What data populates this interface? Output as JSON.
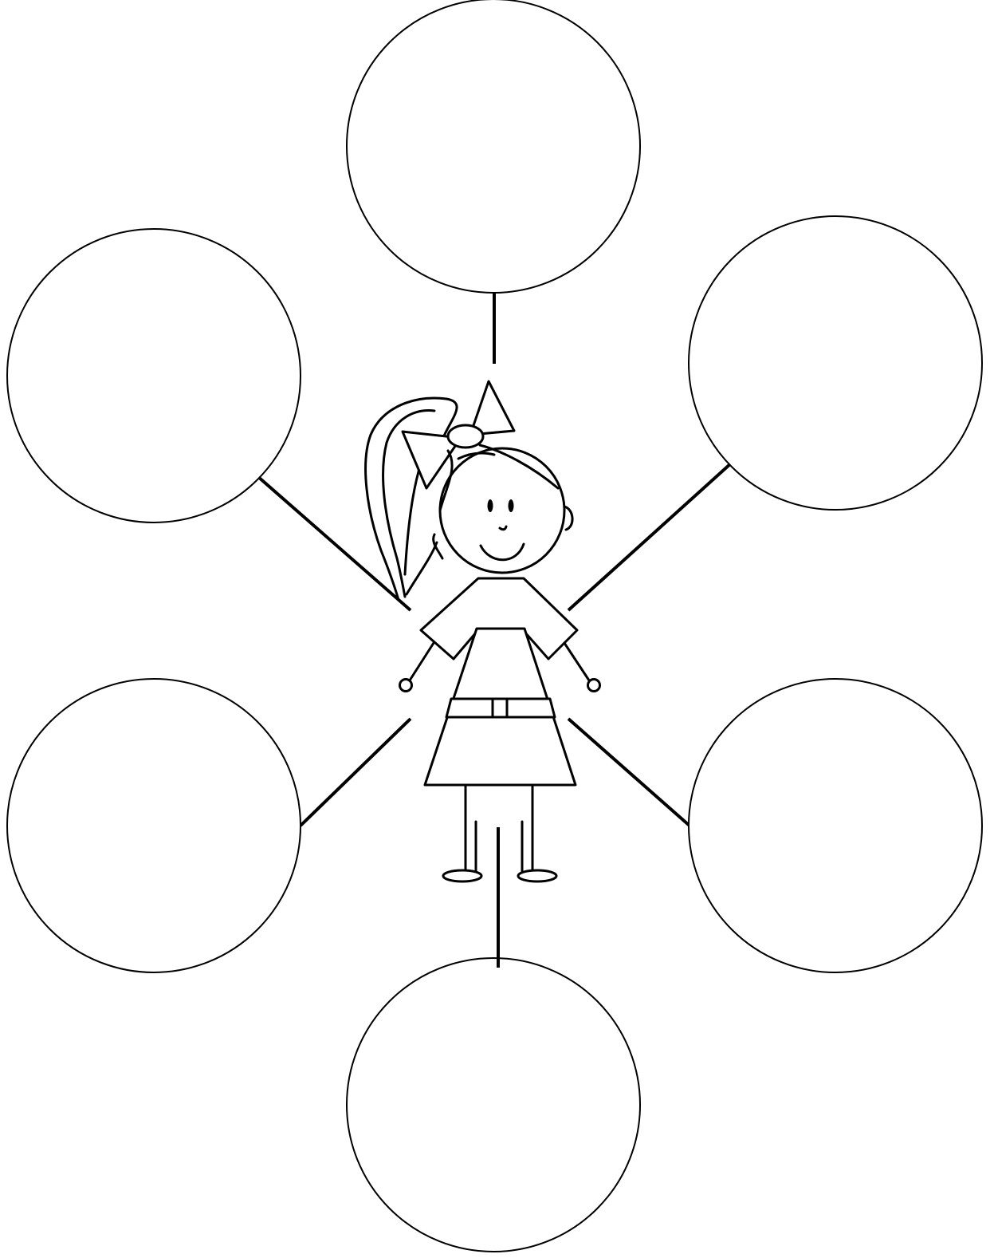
{
  "colors": {
    "background": "#ffffff",
    "stroke": "#000000"
  },
  "bubbles": [
    {
      "id": "top",
      "text": ""
    },
    {
      "id": "upper-left",
      "text": ""
    },
    {
      "id": "upper-right",
      "text": ""
    },
    {
      "id": "lower-left",
      "text": ""
    },
    {
      "id": "lower-right",
      "text": ""
    },
    {
      "id": "bottom",
      "text": ""
    }
  ],
  "center_figure": {
    "icon": "girl-stick-figure-icon"
  }
}
